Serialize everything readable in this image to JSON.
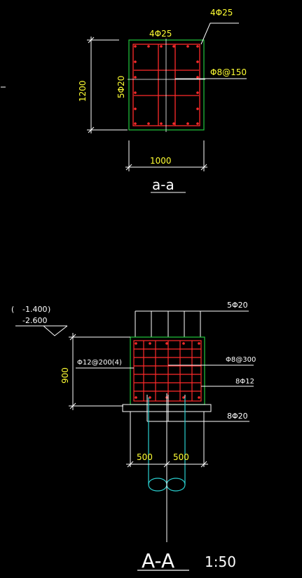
{
  "colors": {
    "background": "#000000",
    "rebar": "#ff2a2a",
    "outline": "#22c83c",
    "dimension": "#ffffff",
    "text_yellow": "#ffff33",
    "text_white": "#ffffff",
    "pile": "#2ad0d0"
  },
  "section_a": {
    "label_top_bars": "4Φ25",
    "label_leader_bars": "4Φ25",
    "label_side_bars": "5Φ20",
    "label_stirrup": "Φ8@150",
    "dim_height": "1200",
    "dim_width": "1000",
    "title": "a-a"
  },
  "section_A": {
    "elev_1": "-1.400",
    "elev_1_paren": "(",
    "elev_1_close": ")",
    "elev_2": "-2.600",
    "label_top_right": "5Φ20",
    "label_left": "Φ12@200(4)",
    "label_stirrup": "Φ8@300",
    "label_side": "8Φ12",
    "label_bottom": "8Φ20",
    "dim_height": "900",
    "dim_left": "500",
    "dim_right": "500",
    "title": "A-A",
    "scale": "1:50"
  }
}
